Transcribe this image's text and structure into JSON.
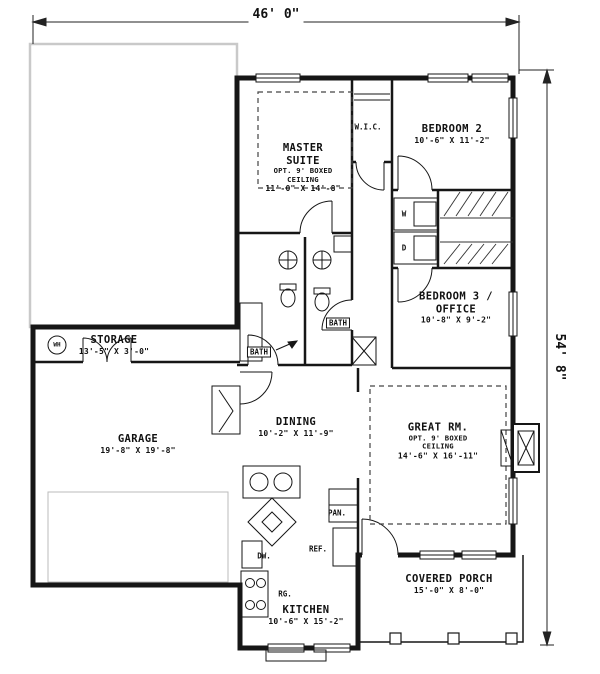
{
  "dimensions": {
    "width": "46' 0\"",
    "height": "54' 8\""
  },
  "rooms": {
    "master": {
      "name1": "MASTER",
      "name2": "SUITE",
      "opt": "OPT. 9' BOXED",
      "ceiling": "CEILING",
      "size": "11'-0\" X 14'-8\""
    },
    "wic": {
      "name": "W.I.C."
    },
    "bedroom2": {
      "name": "BEDROOM 2",
      "size": "10'-6\" X 11'-2\""
    },
    "bedroom3": {
      "name1": "BEDROOM 3 /",
      "name2": "OFFICE",
      "size": "10'-8\" X 9'-2\""
    },
    "bath_upper": {
      "name": "BATH"
    },
    "bath_lower": {
      "name": "BATH"
    },
    "storage": {
      "name": "STORAGE",
      "size": "13'-5\" X 3'-0\""
    },
    "garage": {
      "name": "GARAGE",
      "size": "19'-8\" X 19'-8\""
    },
    "dining": {
      "name": "DINING",
      "size": "10'-2\" X 11'-9\""
    },
    "great_room": {
      "name": "GREAT RM.",
      "opt": "OPT. 9' BOXED",
      "ceiling": "CEILING",
      "size": "14'-6\" X 16'-11\""
    },
    "kitchen": {
      "name": "KITCHEN",
      "size": "10'-6\" X 15'-2\""
    },
    "porch": {
      "name": "COVERED PORCH",
      "size": "15'-0\" X 8'-0\""
    }
  },
  "fixtures": {
    "pantry": "PAN.",
    "refrigerator": "REF.",
    "dishwasher": "DW.",
    "range": "RG.",
    "washer": "W",
    "dryer": "D",
    "water_heater": "WH"
  },
  "colors": {
    "line": "#161616",
    "muted": "#c9c9c9"
  }
}
